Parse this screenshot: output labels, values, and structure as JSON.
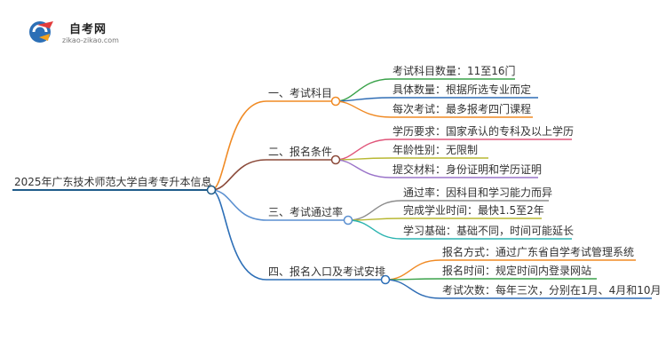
{
  "logo": {
    "title": "自考网",
    "subtitle": "zikao-zikao.com"
  },
  "root": "2025年广东技术师范大学自考专升本信息",
  "colors": {
    "root_line": "#1f5c8a",
    "branch1": "#f08a24",
    "branch2": "#8b4a3a",
    "branch3": "#5a8fd0",
    "branch4": "#2d6fb7",
    "leaf_green": "#3aa24a",
    "leaf_blue": "#2f6db5",
    "leaf_orange": "#f08a24",
    "leaf_pink": "#e0567a",
    "leaf_olive": "#b8b833",
    "leaf_purple": "#9a73c9",
    "leaf_grey": "#8c8c8c",
    "leaf_teal": "#2ab3b0"
  },
  "branches": [
    {
      "label": "一、考试科目",
      "leaves": [
        "考试科目数量：11至16门",
        "具体数量：根据所选专业而定",
        "每次考试：最多报考四门课程"
      ]
    },
    {
      "label": "二、报名条件",
      "leaves": [
        "学历要求：国家承认的专科及以上学历",
        "年龄性别：无限制",
        "提交材料：身份证明和学历证明"
      ]
    },
    {
      "label": "三、考试通过率",
      "leaves": [
        "通过率：因科目和学习能力而异",
        "完成学业时间：最快1.5至2年",
        "学习基础：基础不同，时间可能延长"
      ]
    },
    {
      "label": "四、报名入口及考试安排",
      "leaves": [
        "报名方式：通过广东省自学考试管理系统",
        "报名时间：规定时间内登录网站",
        "考试次数：每年三次，分别在1月、4月和10月"
      ]
    }
  ]
}
